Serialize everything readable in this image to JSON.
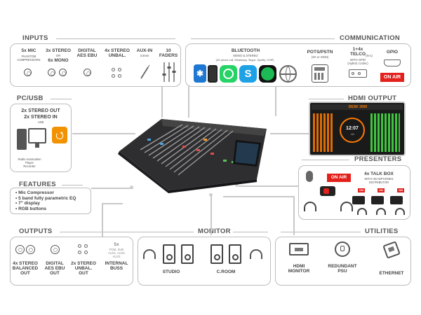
{
  "sections": {
    "inputs": "INPUTS",
    "communication": "COMMUNICATION",
    "pcusb": "PC/USB",
    "hdmi_output": "HDMI OUTPUT",
    "presenters": "PRESENTERS",
    "features": "FEATURES",
    "outputs": "OUTPUTS",
    "monitor": "MONITOR",
    "utilities": "UTILITIES"
  },
  "inputs": {
    "mic": {
      "title": "5x MIC",
      "sub": "PHANTOM\nCOMPRESSORS"
    },
    "stereo": {
      "title": "3x STEREO",
      "or": "OR",
      "title2": "6x MONO"
    },
    "digital": {
      "title": "DIGITAL\nAES EBU"
    },
    "unbal": {
      "title": "4x STEREO\nUNBAL."
    },
    "aux": {
      "title": "AUX-IN",
      "sub": "3.5mm"
    },
    "faders": {
      "title": "10\nFADERS"
    }
  },
  "communication": {
    "bluetooth": {
      "title": "BLUETOOTH",
      "sub1": "MONO & STEREO",
      "sub2": "(3G phone call, WhatsApp, Skype, Spotify, VOIP)"
    },
    "pots": {
      "title": "POTS/PSTN",
      "sub": "(3G or ISDN)"
    },
    "telco": {
      "title": "1+4x\nTELCO",
      "badge": "(N-1)",
      "sub": "WITH GPIO\n(Hybrid, Codec)"
    },
    "gpio": {
      "title": "GPIO"
    },
    "onair": "ON AIR"
  },
  "pcusb": {
    "out": "2x STEREO OUT",
    "in": "2x STEREO IN",
    "usb": "USB",
    "caption": "Radio Automation\nPlayer\nRecorder"
  },
  "hdmi": {
    "brand": "DESK 3000",
    "time": "12:07",
    "seconds": ":10"
  },
  "presenters": {
    "title": "4x TALK BOX",
    "sub": "WITH HEADPHONES\nDISTRIBUTOR",
    "onair": "ON AIR",
    "small_on": "ON"
  },
  "features": {
    "items": [
      "Mic Compressor",
      "5 band fully parametric EQ",
      "7\" display",
      "RGB buttons"
    ]
  },
  "outputs": {
    "balanced": "4x STEREO\nBALANCED\nOUT",
    "digital": "DIGITAL\nAES EBU\nOUT",
    "unbal": "2x STEREO\nUNBAL.\nOUT",
    "internal": "INTERNAL\nBUSS",
    "internal_top": "5x",
    "internal_sub": "PGM, SUB\nAUX1, AUX2\nAUX3"
  },
  "monitor": {
    "studio": "STUDIO",
    "croom": "C.ROOM"
  },
  "utilities": {
    "hdmi": "HDMI\nMONITOR",
    "psu": "REDUNDANT\nPSU",
    "ethernet": "ETHERNET"
  },
  "colors": {
    "onair_red": "#e3201b",
    "usb_orange": "#f39200",
    "bluetooth_blue": "#1e78d2",
    "whatsapp_green": "#25d366",
    "skype_blue": "#1ea1e5",
    "spotify_green": "#1db954",
    "display_orange": "#ff7a00"
  }
}
